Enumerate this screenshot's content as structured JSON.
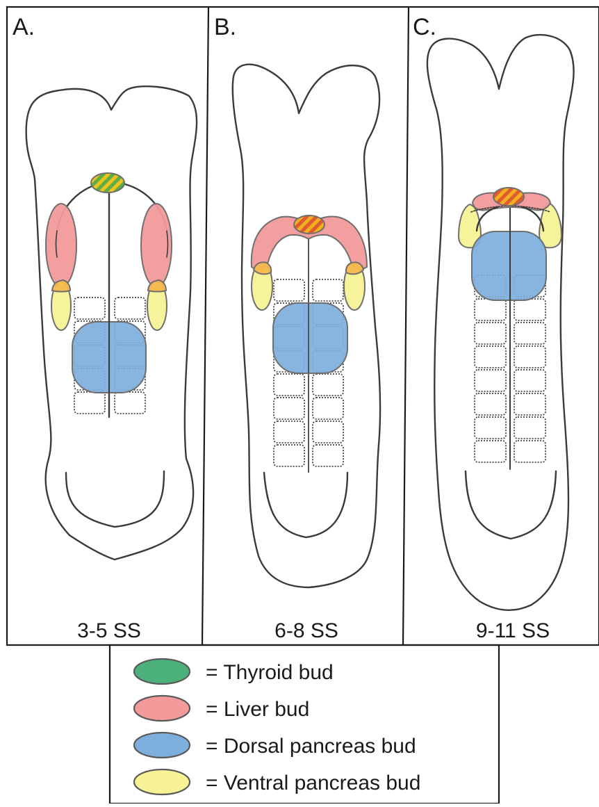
{
  "panels": [
    {
      "letter": "A.",
      "stage_label": "3-5 SS"
    },
    {
      "letter": "B.",
      "stage_label": "6-8 SS"
    },
    {
      "letter": "C.",
      "stage_label": "9-11 SS"
    }
  ],
  "legend": [
    {
      "label": "= Thyroid bud",
      "color": "#4bb07a"
    },
    {
      "label": "= Liver bud",
      "color": "#f39a9a"
    },
    {
      "label": "= Dorsal pancreas bud",
      "color": "#7eaedd"
    },
    {
      "label": "= Ventral pancreas bud",
      "color": "#f7f295"
    }
  ],
  "colors": {
    "thyroid_stripe_a": "#f0a020",
    "thyroid_stripe_b": "#e05a30",
    "thyroid_stripe_green": "#5cae48"
  }
}
